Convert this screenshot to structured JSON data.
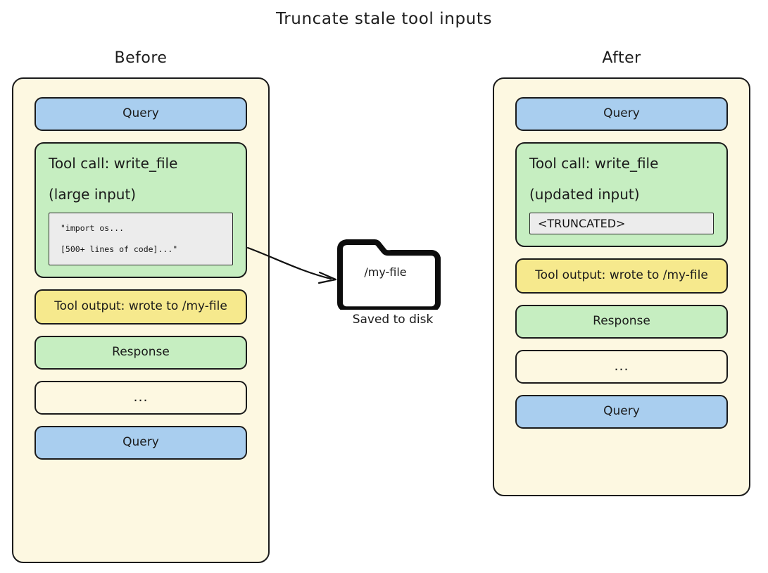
{
  "title": "Truncate stale tool inputs",
  "colors": {
    "query": "#a9ceef",
    "tool_call": "#c6eec1",
    "response": "#c6eec1",
    "tool_output": "#f6e98d",
    "container": "#fdf8e1",
    "code_box": "#ececec",
    "stroke": "#1b1b1b"
  },
  "columns": {
    "before": {
      "header": "Before",
      "blocks": [
        {
          "kind": "query",
          "label": "Query"
        },
        {
          "kind": "tool-call",
          "line1": "Tool call: write_file",
          "line2": "(large input)",
          "code": [
            "\"import os...",
            "[500+ lines of code]...\""
          ]
        },
        {
          "kind": "tool-output",
          "label": "Tool output: wrote to /my-file"
        },
        {
          "kind": "response",
          "label": "Response"
        },
        {
          "kind": "ellipsis",
          "label": "..."
        },
        {
          "kind": "query",
          "label": "Query"
        }
      ]
    },
    "after": {
      "header": "After",
      "blocks": [
        {
          "kind": "query",
          "label": "Query"
        },
        {
          "kind": "tool-call",
          "line1": "Tool call: write_file",
          "line2": "(updated input)",
          "truncated": "<TRUNCATED>"
        },
        {
          "kind": "tool-output",
          "label": "Tool output: wrote to /my-file"
        },
        {
          "kind": "response",
          "label": "Response"
        },
        {
          "kind": "ellipsis",
          "label": "..."
        },
        {
          "kind": "query",
          "label": "Query"
        }
      ]
    }
  },
  "center": {
    "folder_icon": "folder-icon",
    "folder_label": "/my-file",
    "caption": "Saved to disk",
    "arrow": "arrow-right"
  }
}
